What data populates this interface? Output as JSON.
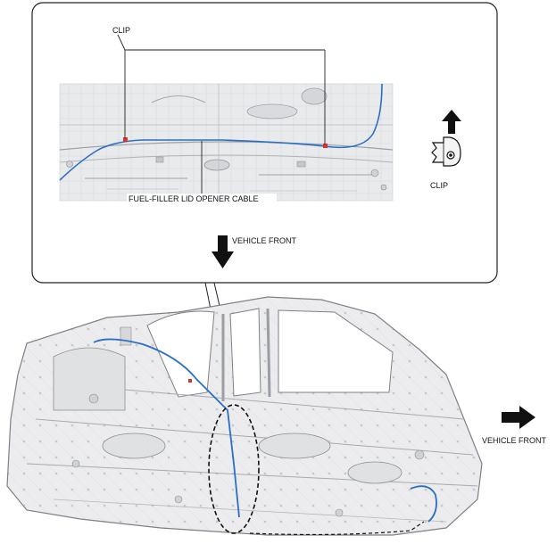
{
  "labels": {
    "clip_top": "CLIP",
    "clip_side": "CLIP",
    "cable": "FUEL-FILLER LID OPENER CABLE",
    "vehicle_front_down": "VEHICLE FRONT",
    "vehicle_front_right": "VEHICLE FRONT"
  },
  "colors": {
    "cable": "#2a6fc4",
    "clip_marker": "#d9342b",
    "body_panel": "#e6e8ea",
    "outline": "#222222"
  },
  "icons": {
    "up_arrow": "arrow-up-icon",
    "down_arrow": "arrow-down-icon",
    "right_arrow": "arrow-right-icon",
    "clip": "clip-icon"
  }
}
